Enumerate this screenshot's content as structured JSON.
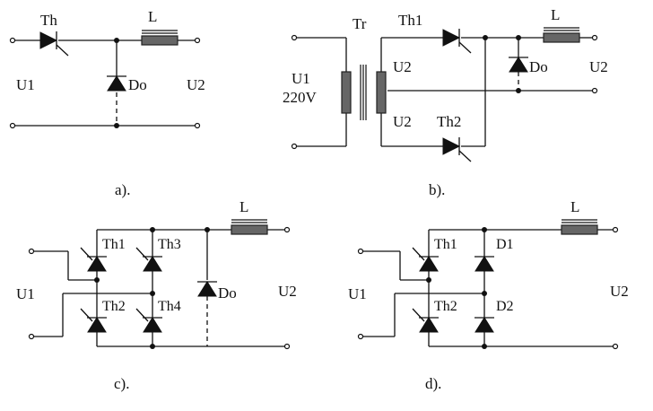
{
  "a": {
    "th": "Th",
    "inductor": "L",
    "input": "U1",
    "output": "U2",
    "diode": "Do",
    "caption": "a)."
  },
  "b": {
    "transformer": "Tr",
    "input": "U1",
    "input_voltage": "220V",
    "secondary_top": "U2",
    "secondary_bottom": "U2",
    "th1": "Th1",
    "th2": "Th2",
    "inductor": "L",
    "diode": "Do",
    "output": "U2",
    "caption": "b)."
  },
  "c": {
    "th1": "Th1",
    "th2": "Th2",
    "th3": "Th3",
    "th4": "Th4",
    "inductor": "L",
    "diode": "Do",
    "input": "U1",
    "output": "U2",
    "caption": "c)."
  },
  "d": {
    "th1": "Th1",
    "th2": "Th2",
    "d1": "D1",
    "d2": "D2",
    "inductor": "L",
    "input": "U1",
    "output": "U2",
    "caption": "d)."
  }
}
